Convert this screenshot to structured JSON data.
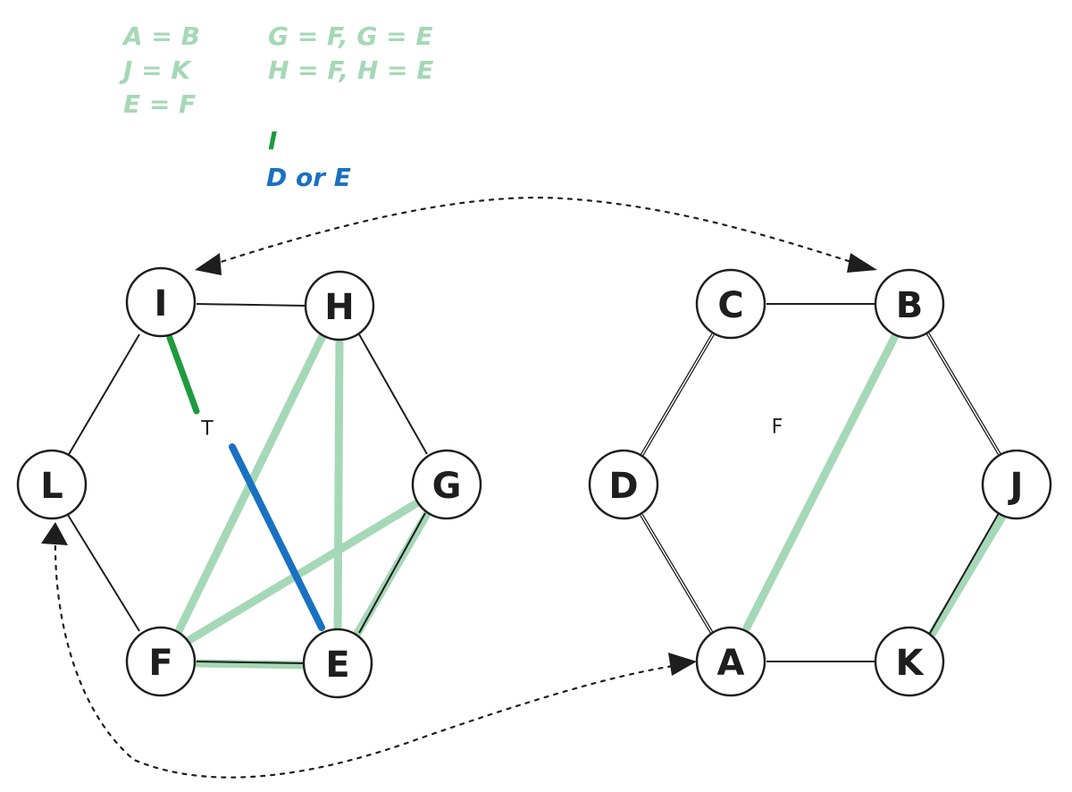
{
  "notes": {
    "line1_left": "A = B",
    "line1_right": "G = F, G = E",
    "line2_left": "J = K",
    "line2_right": "H = F,  H = E",
    "line3_left": "E = F",
    "green_note": "I",
    "blue_note": "D or E"
  },
  "left_graph": {
    "nodes": {
      "I": "I",
      "H": "H",
      "G": "G",
      "E": "E",
      "F": "F",
      "L": "L"
    },
    "inner_label": "T"
  },
  "right_graph": {
    "nodes": {
      "C": "C",
      "B": "B",
      "J": "J",
      "K": "K",
      "A": "A",
      "D": "D"
    },
    "inner_label": "F"
  },
  "colors": {
    "faded_green": "#a5d8b6",
    "green": "#1e9b3e",
    "blue": "#1971c2",
    "stroke": "#1e1e1e"
  }
}
